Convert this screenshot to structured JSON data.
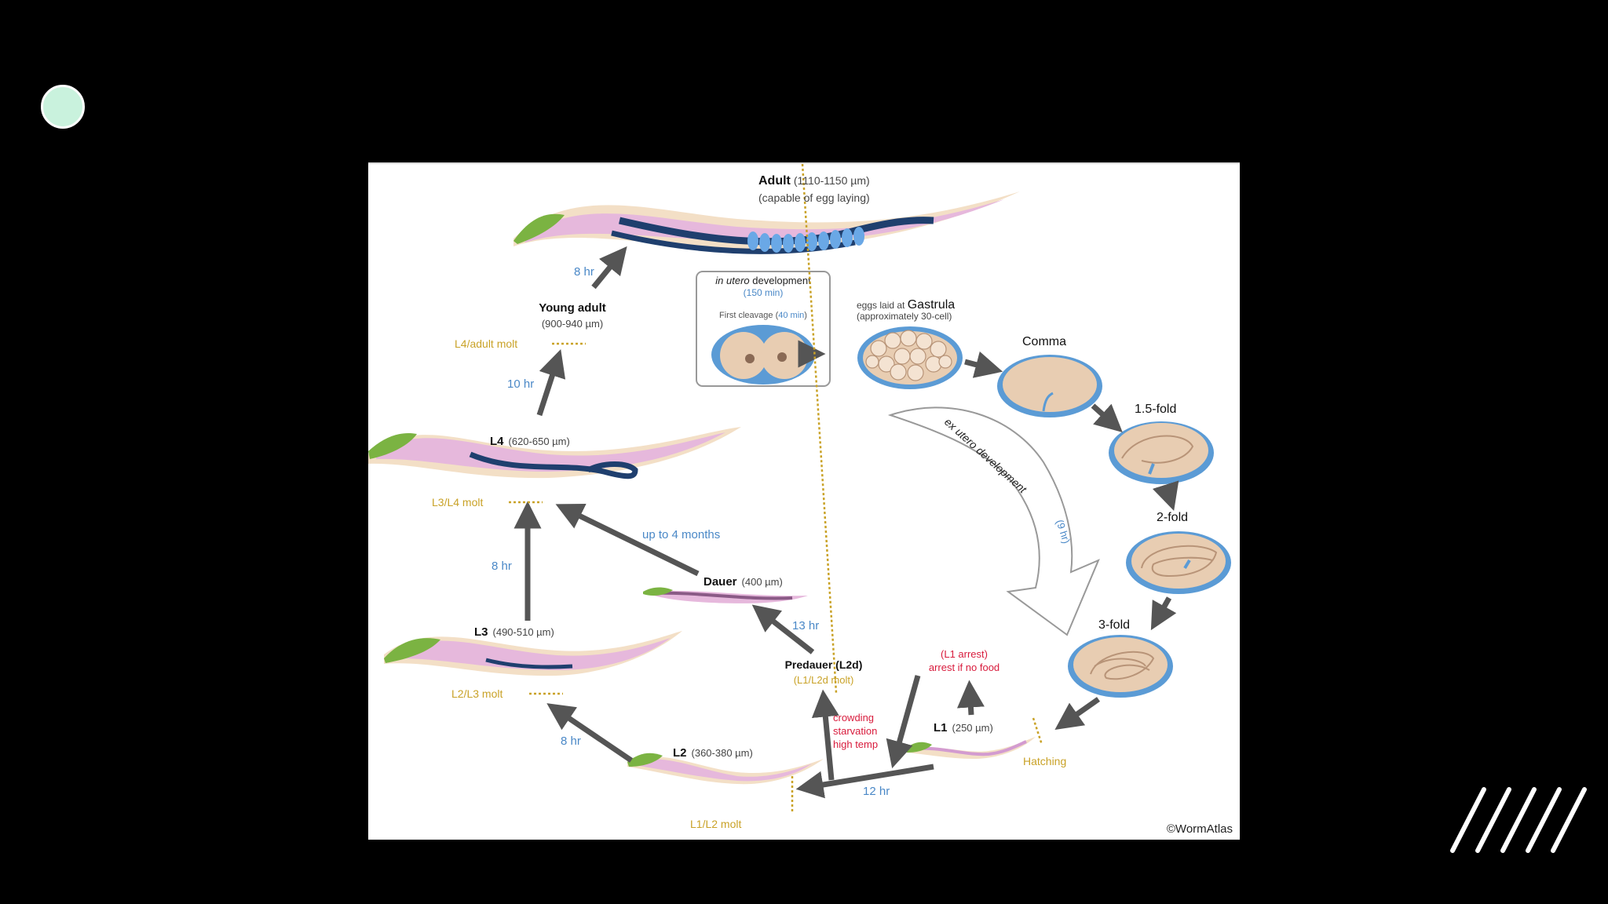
{
  "slide": {
    "accent_color": "#c9f2dd",
    "background": "#000000"
  },
  "diagram": {
    "adult": {
      "name": "Adult",
      "size": "(1110-1150 µm)",
      "note": "(capable of egg laying)"
    },
    "young_adult": {
      "name": "Young adult",
      "size": "(900-940 µm)"
    },
    "l4": {
      "name": "L4",
      "size": "(620-650 µm)"
    },
    "l3": {
      "name": "L3",
      "size": "(490-510 µm)"
    },
    "l2": {
      "name": "L2",
      "size": "(360-380 µm)"
    },
    "l1": {
      "name": "L1",
      "size": "(250 µm)"
    },
    "dauer": {
      "name": "Dauer",
      "size": "(400 µm)"
    },
    "predauer": {
      "name": "Predauer (L2d)",
      "molt": "(L1/L2d molt)"
    },
    "molts": {
      "l4_adult": "L4/adult molt",
      "l3_l4": "L3/L4 molt",
      "l2_l3": "L2/L3 molt",
      "l1_l2": "L1/L2 molt",
      "hatching": "Hatching"
    },
    "times": {
      "y_to_adult": "8 hr",
      "l4_to_y": "10 hr",
      "l3_to_l4": "8 hr",
      "dauer_to_l4": "up to 4 months",
      "l2_to_l3": "8 hr",
      "pre_to_dauer": "13 hr",
      "l1_to_l2": "12 hr"
    },
    "in_utero": {
      "title_italic": "in utero",
      "title_rest": " development",
      "duration": "(150 min)",
      "cleavage_prefix": "First cleavage (",
      "cleavage_time": "40  min",
      "cleavage_suffix": ")"
    },
    "gastrula": {
      "prefix": "eggs laid at ",
      "name": "Gastrula",
      "note": "(approximately 30-cell)"
    },
    "embryo": {
      "comma": "Comma",
      "fold15": "1.5-fold",
      "fold2": "2-fold",
      "fold3": "3-fold"
    },
    "ex_utero": {
      "label": "ex utero development",
      "time": "(9 hr)"
    },
    "dauer_conditions": [
      "crowding",
      "starvation",
      "high temp"
    ],
    "arrest": [
      "(L1 arrest)",
      "arrest if no food"
    ],
    "credit": "©WormAtlas"
  }
}
